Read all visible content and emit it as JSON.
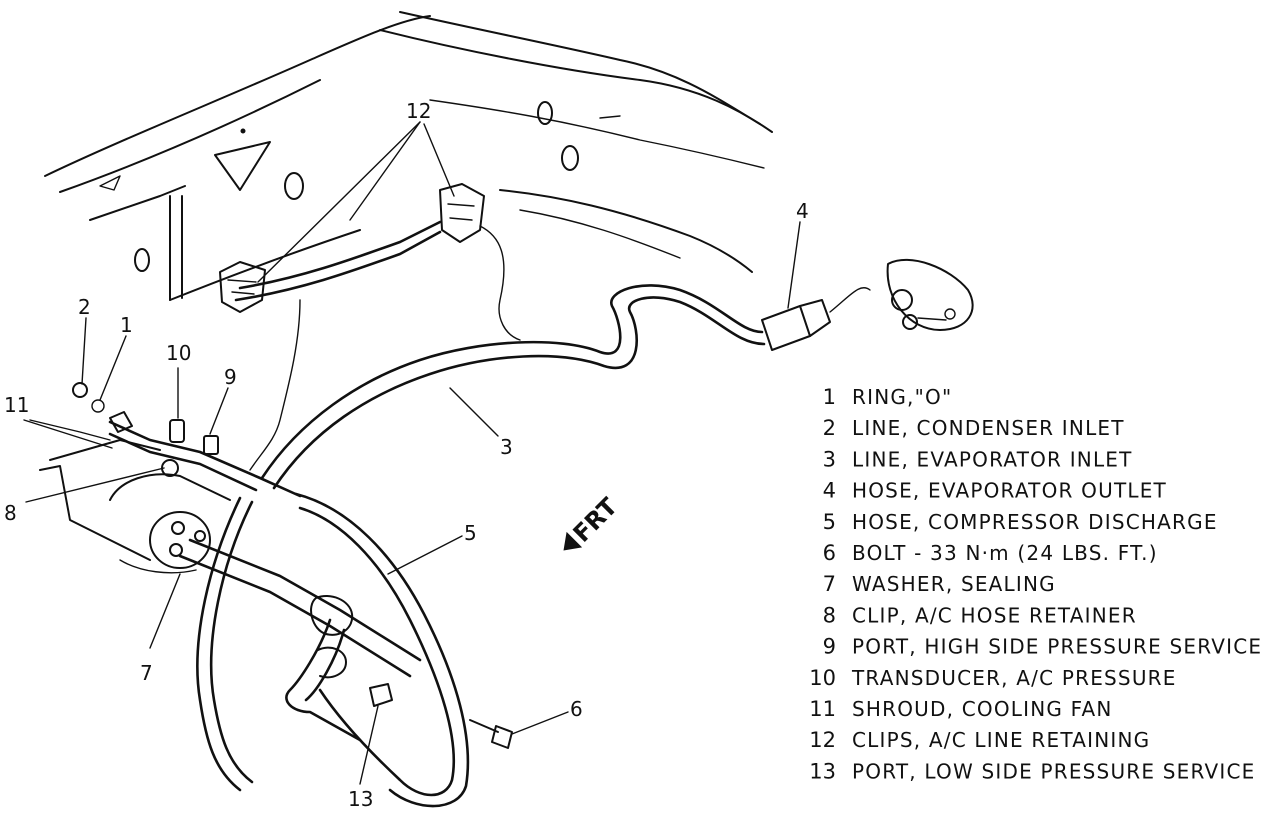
{
  "callouts": [
    "1",
    "2",
    "3",
    "4",
    "5",
    "6",
    "7",
    "8",
    "9",
    "10",
    "11",
    "12",
    "13"
  ],
  "direction_label": "FRT",
  "legend": [
    {
      "num": "1",
      "text": "RING,\"O\""
    },
    {
      "num": "2",
      "text": "LINE, CONDENSER INLET"
    },
    {
      "num": "3",
      "text": "LINE, EVAPORATOR INLET"
    },
    {
      "num": "4",
      "text": "HOSE, EVAPORATOR OUTLET"
    },
    {
      "num": "5",
      "text": "HOSE, COMPRESSOR DISCHARGE"
    },
    {
      "num": "6",
      "text": "BOLT - 33 N·m (24 LBS. FT.)"
    },
    {
      "num": "7",
      "text": "WASHER, SEALING"
    },
    {
      "num": "8",
      "text": "CLIP, A/C HOSE RETAINER"
    },
    {
      "num": "9",
      "text": "PORT, HIGH SIDE PRESSURE SERVICE"
    },
    {
      "num": "10",
      "text": "TRANSDUCER, A/C PRESSURE"
    },
    {
      "num": "11",
      "text": "SHROUD, COOLING FAN"
    },
    {
      "num": "12",
      "text": "CLIPS, A/C LINE RETAINING"
    },
    {
      "num": "13",
      "text": "PORT, LOW SIDE PRESSURE SERVICE"
    }
  ]
}
